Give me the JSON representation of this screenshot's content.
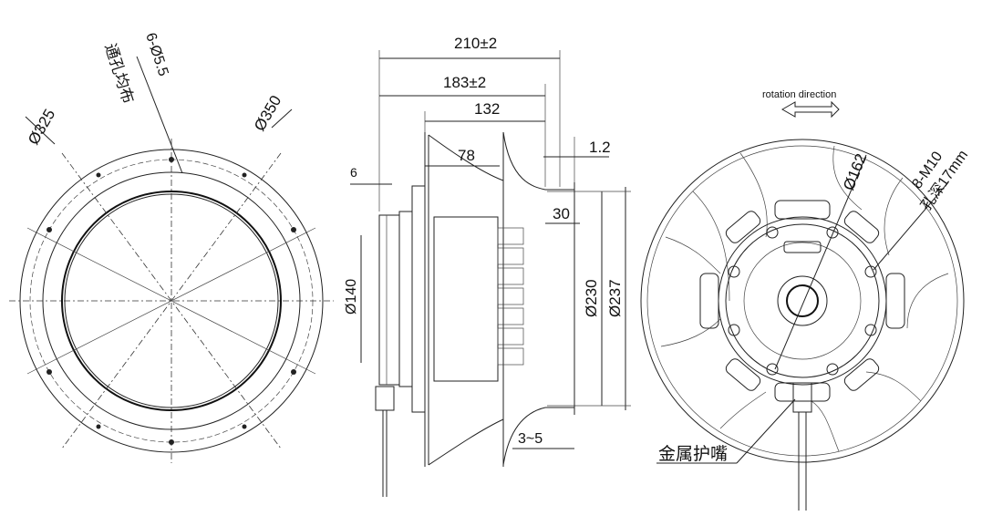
{
  "front_view": {
    "hole_note_spec": "6-Ø5.5",
    "hole_note_cn": "通孔均布",
    "dia_pitch": "Ø325",
    "dia_outer": "Ø350"
  },
  "side_view": {
    "dim_total": "210±2",
    "dim_183": "183±2",
    "dim_132": "132",
    "dim_78": "78",
    "dim_1_2": "1.2",
    "dim_6": "6",
    "dim_30": "30",
    "dim_140": "Ø140",
    "dim_230": "Ø230",
    "dim_237": "Ø237",
    "dim_3_5": "3~5"
  },
  "rear_view": {
    "rotation_label": "rotation direction",
    "dia_162": "Ø162",
    "thread_spec": "8-M10",
    "thread_depth": "孔深17mm",
    "gland_label": "金属护嘴"
  }
}
